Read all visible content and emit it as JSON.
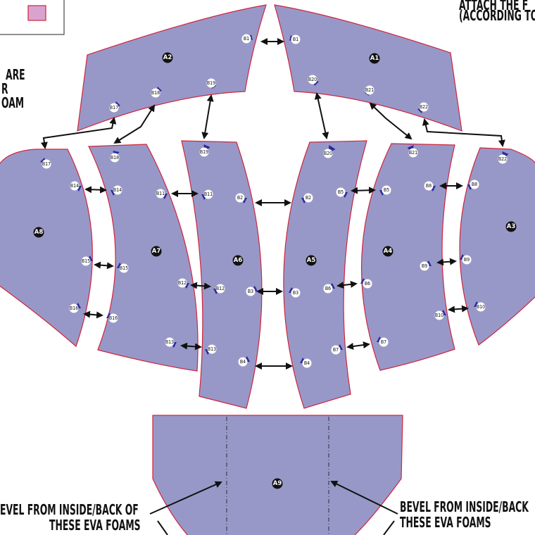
{
  "legend": {
    "swatch_color": "#d9a3cf"
  },
  "notes": {
    "top_right_line1": "ATTACH THE F",
    "top_right_line2": "(ACCORDING TO",
    "left_line1": "ARE",
    "left_line2": "R",
    "left_line3": "OAM",
    "bevel_left_line1": "EVEL FROM INSIDE/BACK OF",
    "bevel_left_line2": "THESE EVA FOAMS",
    "bevel_right_line1": "BEVEL FROM INSIDE/BACK",
    "bevel_right_line2": "THESE EVA FOAMS"
  },
  "pieces": [
    {
      "id": "A1",
      "label": "A1"
    },
    {
      "id": "A2",
      "label": "A2"
    },
    {
      "id": "A3",
      "label": "A3"
    },
    {
      "id": "A4",
      "label": "A4"
    },
    {
      "id": "A5",
      "label": "A5"
    },
    {
      "id": "A6",
      "label": "A6"
    },
    {
      "id": "A7",
      "label": "A7"
    },
    {
      "id": "A8",
      "label": "A8"
    },
    {
      "id": "A9",
      "label": "A9"
    }
  ],
  "markers": [
    "B1",
    "B2",
    "B3",
    "B4",
    "B5",
    "B6",
    "B7",
    "B8",
    "B9",
    "B10",
    "B11",
    "B12",
    "B13",
    "B14",
    "B15",
    "B16",
    "B17",
    "B18",
    "B19",
    "B20",
    "B21",
    "B22"
  ],
  "colors": {
    "piece_fill": "#9898c8",
    "piece_outline": "#d0243c",
    "notch": "#2a2aa0",
    "connector": "#111111"
  }
}
